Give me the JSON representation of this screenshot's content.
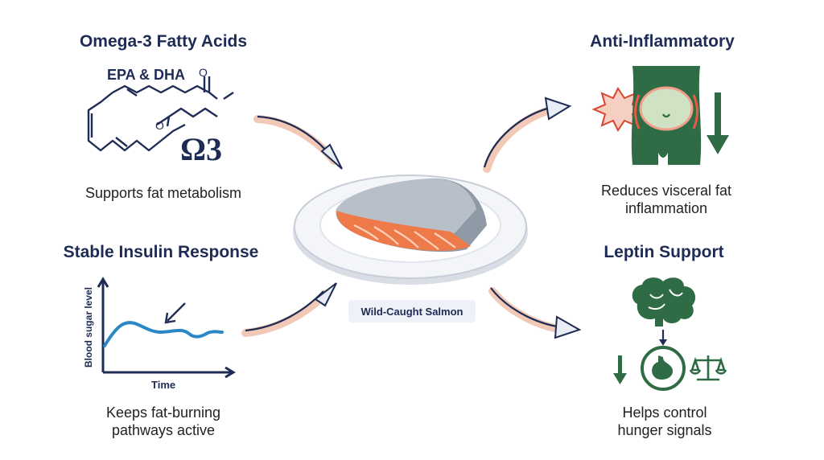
{
  "omega": {
    "title": "Omega-3 Fatty Acids",
    "molecule_label": "EPA & DHA",
    "symbol": "Ω3",
    "atom_o": "O",
    "caption": "Supports fat metabolism"
  },
  "insulin": {
    "title": "Stable Insulin Response",
    "ylabel": "Blood sugar level",
    "xlabel": "Time",
    "caption_lines": [
      "Keeps fat-burning",
      "pathways active"
    ]
  },
  "anti_inflammatory": {
    "title": "Anti-Inflammatory",
    "caption_lines": [
      "Reduces visceral fat",
      "inflammation"
    ]
  },
  "leptin": {
    "title": "Leptin Support",
    "caption_lines": [
      "Helps control",
      "hunger signals"
    ]
  },
  "center": {
    "label": "Wild-Caught Salmon"
  },
  "colors": {
    "title": "#1e2b55",
    "leptin_green": "#2f6b45",
    "salmon": "#ee7a4a",
    "curve_blue": "#2a88c4",
    "arrow_fill": "#e9edf5"
  }
}
